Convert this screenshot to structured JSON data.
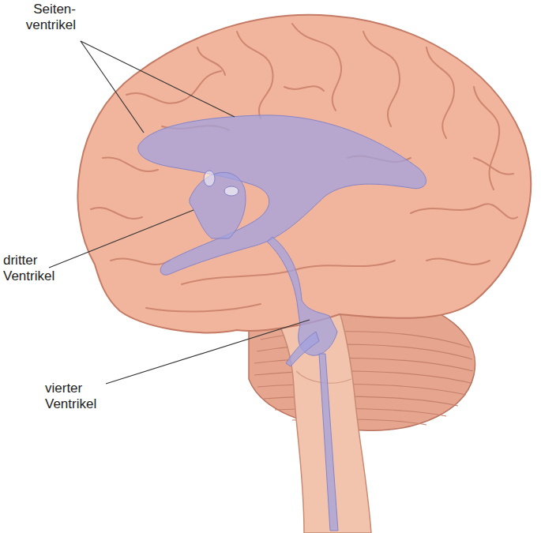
{
  "diagram": {
    "labels": [
      "Seiten- ventrikel",
      "dritter Ventrikel",
      "vierter Ventrikel"
    ]
  }
}
